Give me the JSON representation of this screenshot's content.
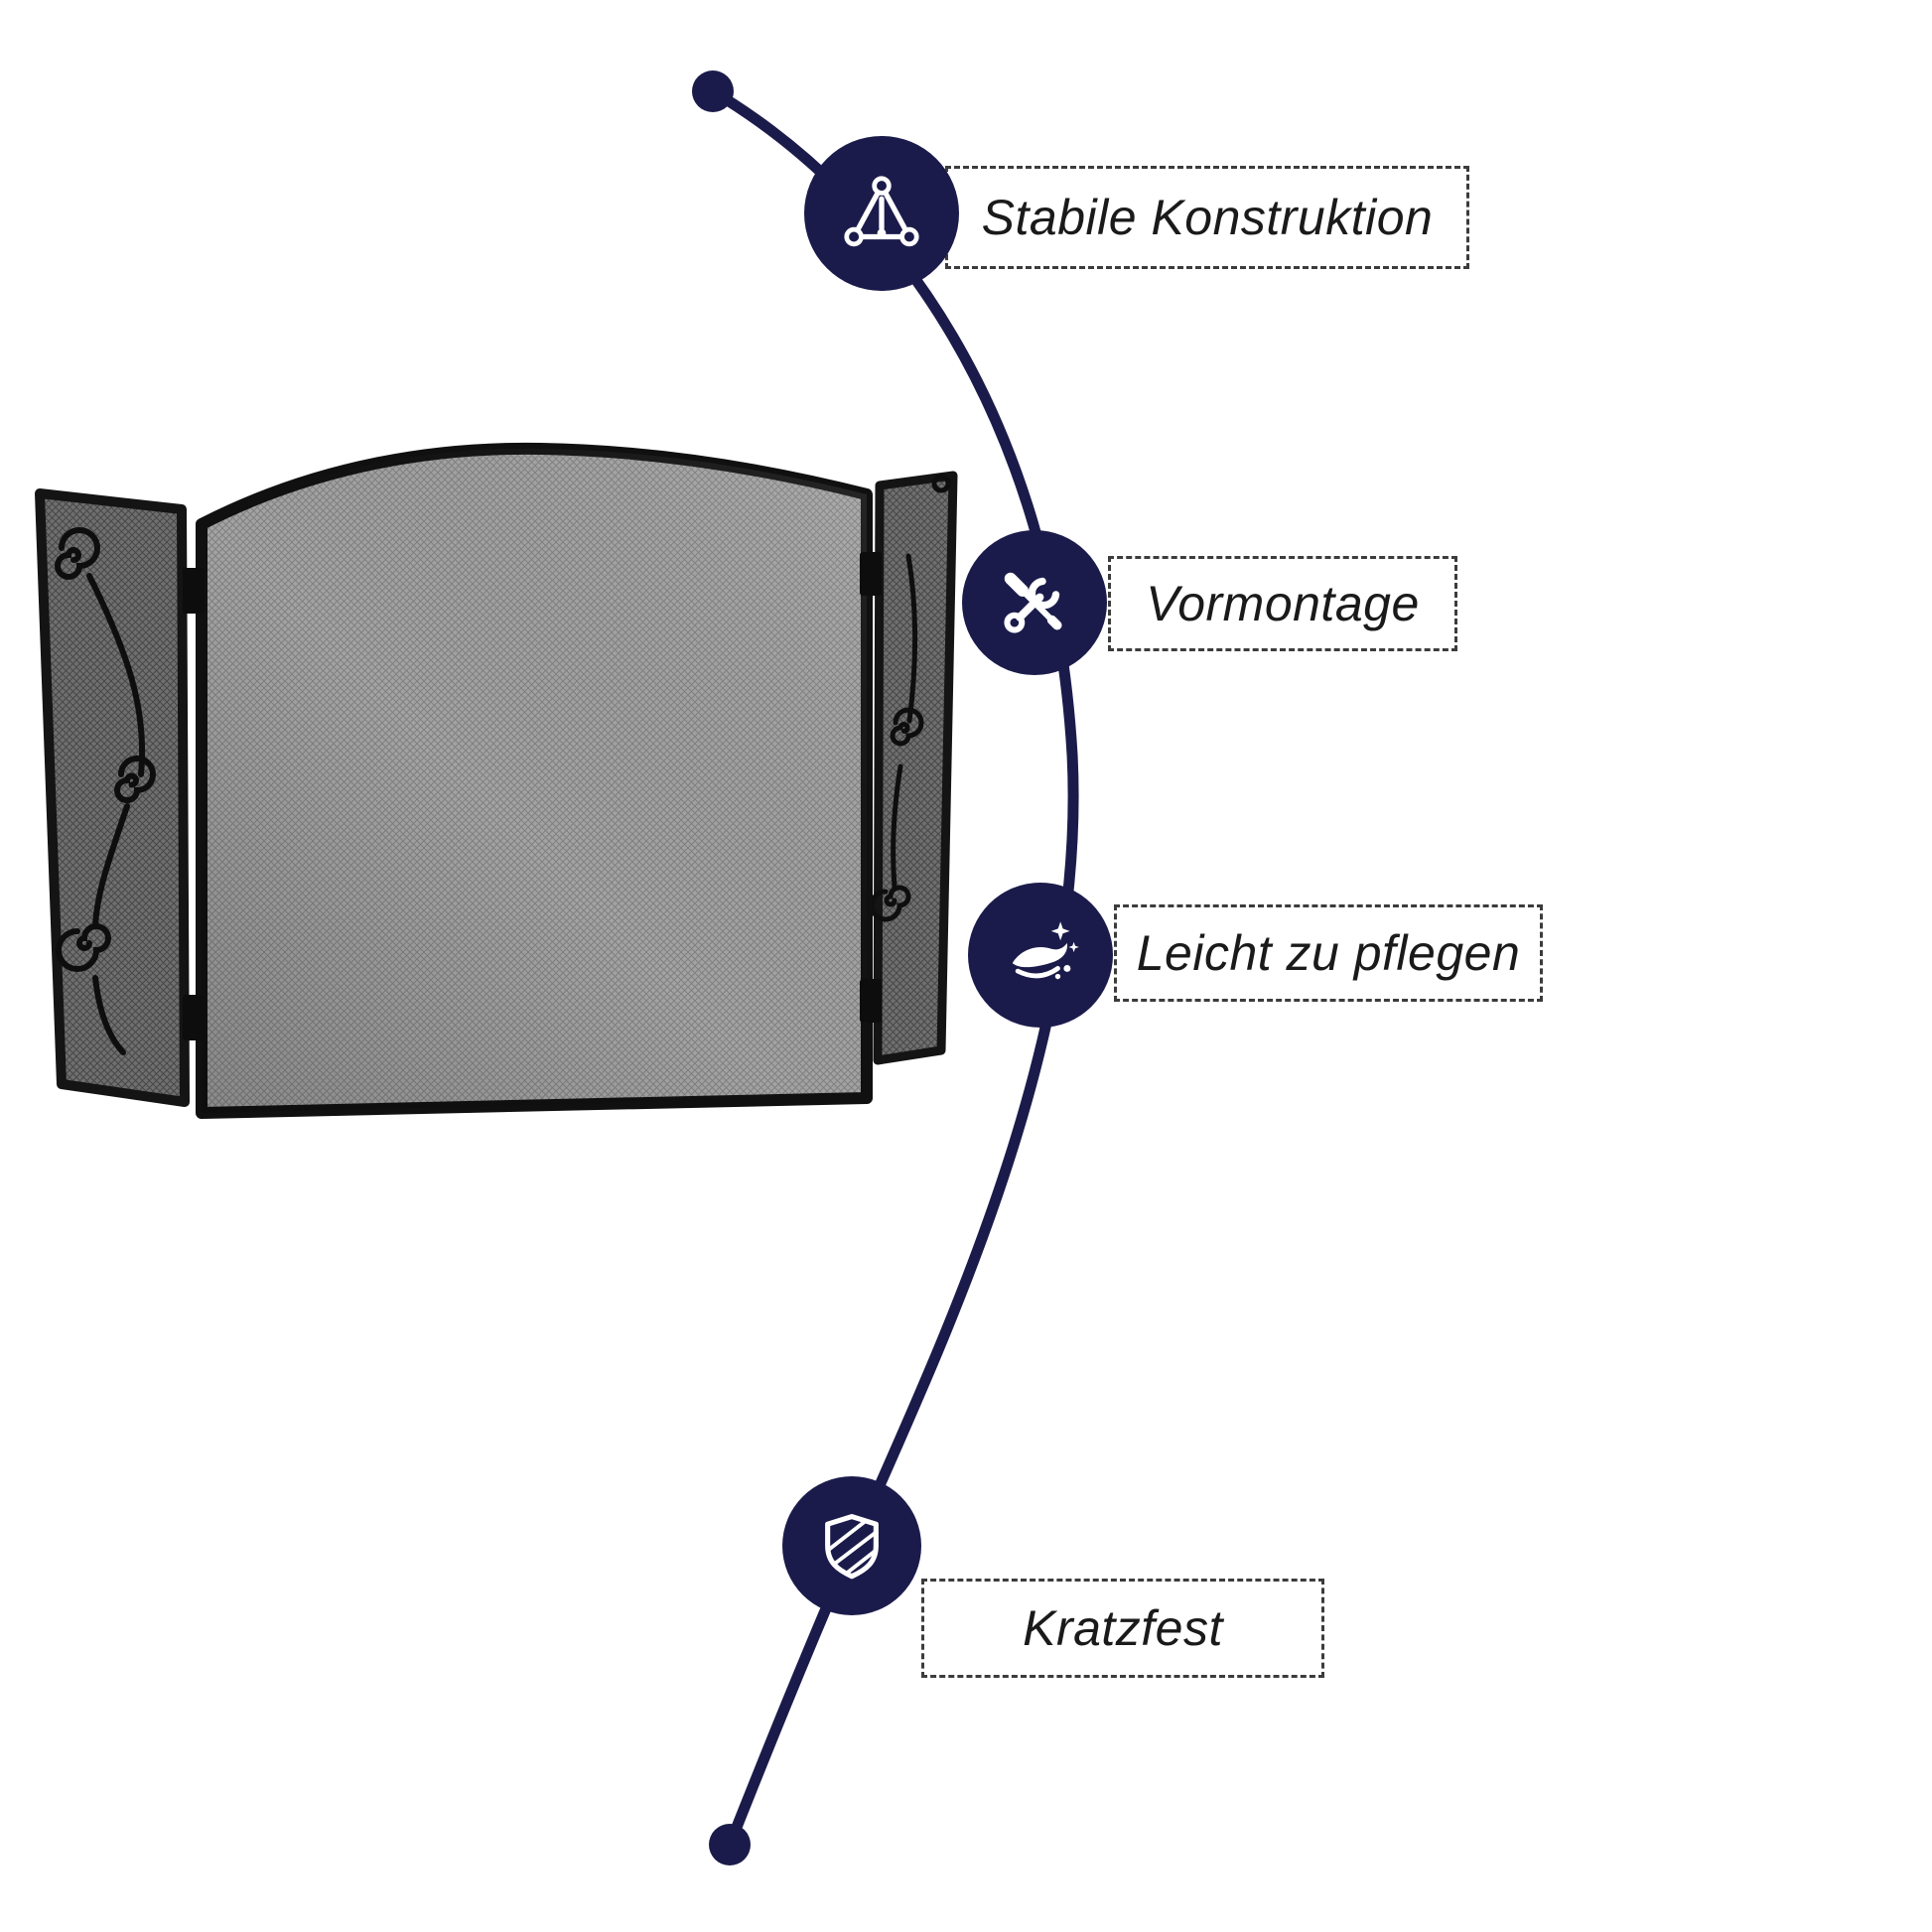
{
  "canvas": {
    "background": "#ffffff"
  },
  "theme": {
    "accent_navy": "#1b1b4b",
    "label_text": "#1a1a1a",
    "label_border": "#3c3c3c",
    "mesh_light": "#a3a3a3",
    "mesh_dark": "#787878",
    "frame_black": "#121212"
  },
  "product_image": {
    "name": "three-panel-fireplace-spark-screen"
  },
  "features": [
    {
      "id": "stable-construction",
      "icon": "stability-triangle-icon",
      "label": "Stabile Konstruktion"
    },
    {
      "id": "pre-assembly",
      "icon": "crossed-tools-icon",
      "label": "Vormontage"
    },
    {
      "id": "easy-care",
      "icon": "wiping-hand-sparkle-icon",
      "label": "Leicht zu pflegen"
    },
    {
      "id": "scratch-proof",
      "icon": "striped-shield-icon",
      "label": "Kratzfest"
    }
  ]
}
